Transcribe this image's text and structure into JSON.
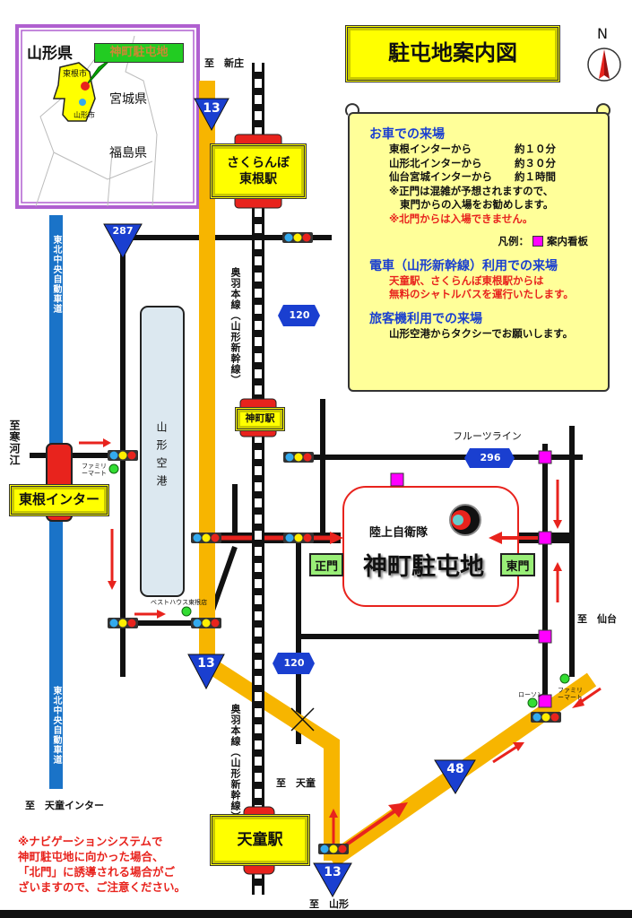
{
  "title": "駐屯地案内図",
  "north": "N",
  "inset": {
    "prefecture": "山形県",
    "callout": "神町駐屯地",
    "city1": "東根市",
    "city2": "山形市",
    "miyagi": "宮城県",
    "fukushima": "福島県"
  },
  "info": {
    "car_heading": "お車での来場",
    "car_lines": [
      {
        "from": "東根インターから",
        "time": "約１０分"
      },
      {
        "from": "山形北インターから",
        "time": "約３０分"
      },
      {
        "from": "仙台宮城インターから",
        "time": "約１時間"
      }
    ],
    "note1": "※正門は混雑が予想されますので、",
    "note2": "東門からの入場をお勧めします。",
    "note_red": "※北門からは入場できません。",
    "legend_label": "凡例：",
    "legend_item": "案内看板",
    "train_heading": "電車（山形新幹線）利用での来場",
    "train_line1": "天童駅、さくらんぼ東根駅からは",
    "train_line2": "無料のシャトルバスを運行いたします。",
    "plane_heading": "旅客機利用での来場",
    "plane_line": "山形空港からタクシーでお願いします。"
  },
  "map": {
    "to_shinjo": "至　新庄",
    "to_sagae": "至寒河江",
    "to_tendo_ic": "至　天童インター",
    "to_tendo": "至　天童",
    "to_yamagata": "至　山形",
    "to_sendai": "至　仙台",
    "route13": "13",
    "route287": "287",
    "route120": "120",
    "route296": "296",
    "route48": "48",
    "fruit_line": "フルーツライン",
    "expressway": "東北中央自動車道",
    "rail_line": "奥羽本線（山形新幹線）",
    "sakuranbo_station": "さくらんぼ東根駅",
    "sakuranbo_l1": "さくらんぼ",
    "sakuranbo_l2": "東根駅",
    "jinmachi_station": "神町駅",
    "tendo_station": "天童駅",
    "airport": "山形空港",
    "higashine_ic": "東根インター",
    "familymart": "ファミリーマート",
    "besthouse": "ベストハウス東根店",
    "lawson": "ローソン",
    "jsdf": "陸上自衛隊",
    "camp": "神町駐屯地",
    "main_gate": "正門",
    "east_gate": "東門"
  },
  "warning": [
    "※ナビゲーションシステムで",
    "神町駐屯地に向かった場合、",
    "「北門」に誘導される場合がご",
    "ざいますので、ご注意ください。"
  ],
  "colors": {
    "route": "#f7b500",
    "expressway": "#1a73c8",
    "sign": "#ff00ff",
    "accent": "#e8231d"
  }
}
